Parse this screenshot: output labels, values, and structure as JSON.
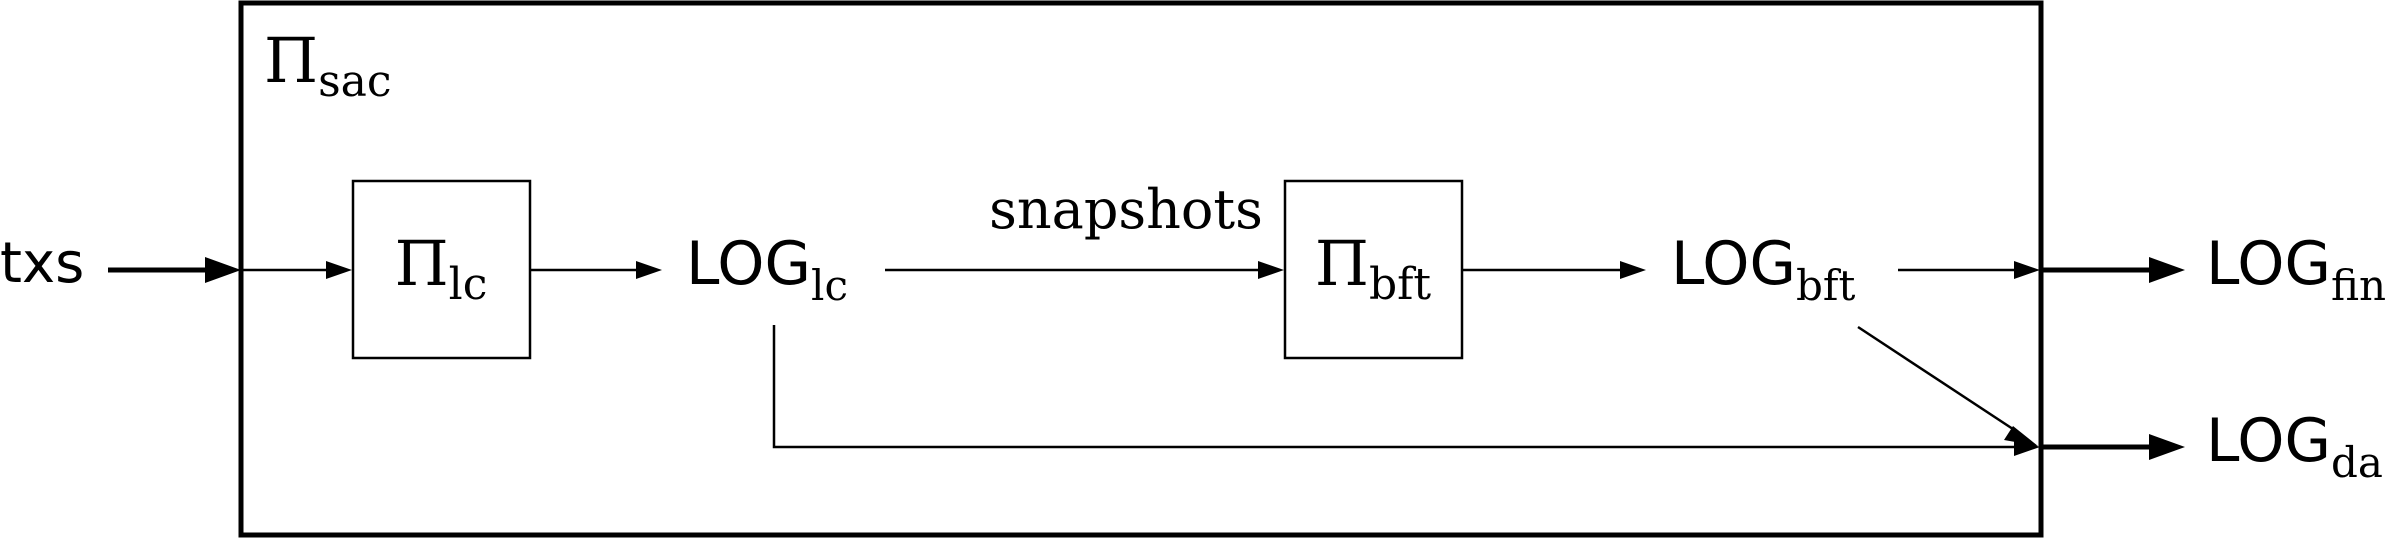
{
  "input": {
    "label": "txs"
  },
  "outer_box": {
    "symbol": "Π",
    "subscript": "sac"
  },
  "blocks": {
    "pi_lc": {
      "symbol": "Π",
      "subscript": "lc"
    },
    "pi_bft": {
      "symbol": "Π",
      "subscript": "bft"
    }
  },
  "logs": {
    "log_lc": {
      "base": "LOG",
      "subscript": "lc"
    },
    "log_bft": {
      "base": "LOG",
      "subscript": "bft"
    },
    "log_fin": {
      "base": "LOG",
      "subscript": "fin"
    },
    "log_da": {
      "base": "LOG",
      "subscript": "da"
    }
  },
  "edge_labels": {
    "snapshots": "snapshots"
  }
}
